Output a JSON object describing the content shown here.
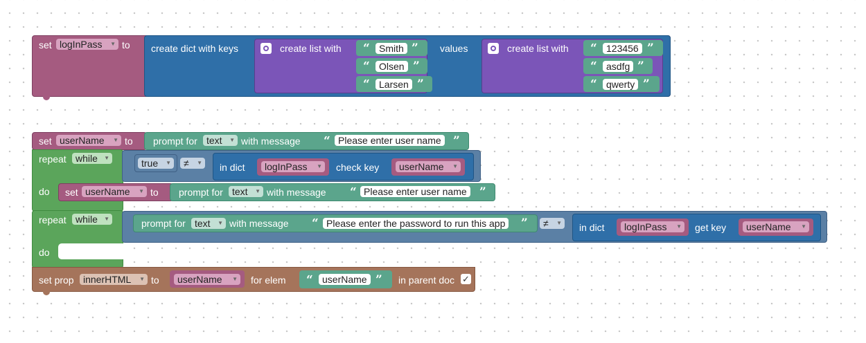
{
  "block1": {
    "set_label": "set",
    "var": "logInPass",
    "to_label": "to",
    "dict_label": "create dict with keys",
    "keys_list_label": "create list with",
    "keys": [
      "Smith",
      "Olsen",
      "Larsen"
    ],
    "values_label": "values",
    "values_list_label": "create list with",
    "values": [
      "123456",
      "asdfg",
      "qwerty"
    ]
  },
  "block2": {
    "set_label": "set",
    "var": "userName",
    "to_label": "to",
    "prompt_for": "prompt for",
    "prompt_type": "text",
    "with_message": "with message",
    "message": "Please enter user name"
  },
  "loop1": {
    "repeat_label": "repeat",
    "mode": "while",
    "bool_value": "true",
    "operator": "≠",
    "in_dict": "in dict",
    "dict_var": "logInPass",
    "check_key": "check key",
    "key_var": "userName",
    "do_label": "do",
    "inner_set": "set",
    "inner_var": "userName",
    "inner_to": "to",
    "inner_prompt_for": "prompt for",
    "inner_type": "text",
    "inner_with_message": "with message",
    "inner_message": "Please enter user name"
  },
  "loop2": {
    "repeat_label": "repeat",
    "mode": "while",
    "prompt_for": "prompt for",
    "prompt_type": "text",
    "with_message": "with message",
    "message": "Please enter the password to run this app",
    "operator": "≠",
    "in_dict": "in dict",
    "dict_var": "logInPass",
    "get_key": "get key",
    "key_var": "userName",
    "do_label": "do"
  },
  "block3": {
    "set_prop": "set prop",
    "prop": "innerHTML",
    "to_label": "to",
    "value_var": "userName",
    "for_elem": "for elem",
    "elem_text": "userName",
    "in_parent_doc": "in parent doc",
    "checked": "✓"
  },
  "colors": {
    "variables": "#a55b80",
    "dict": "#2f6fa8",
    "list": "#7b55b8",
    "text": "#5ba58c",
    "loop": "#5ba55b",
    "logic": "#5b80a5",
    "html": "#a5745b"
  },
  "icons": {
    "dropdown": "▾",
    "gear": "gear-icon",
    "quote_open": "“",
    "quote_close": "”"
  }
}
